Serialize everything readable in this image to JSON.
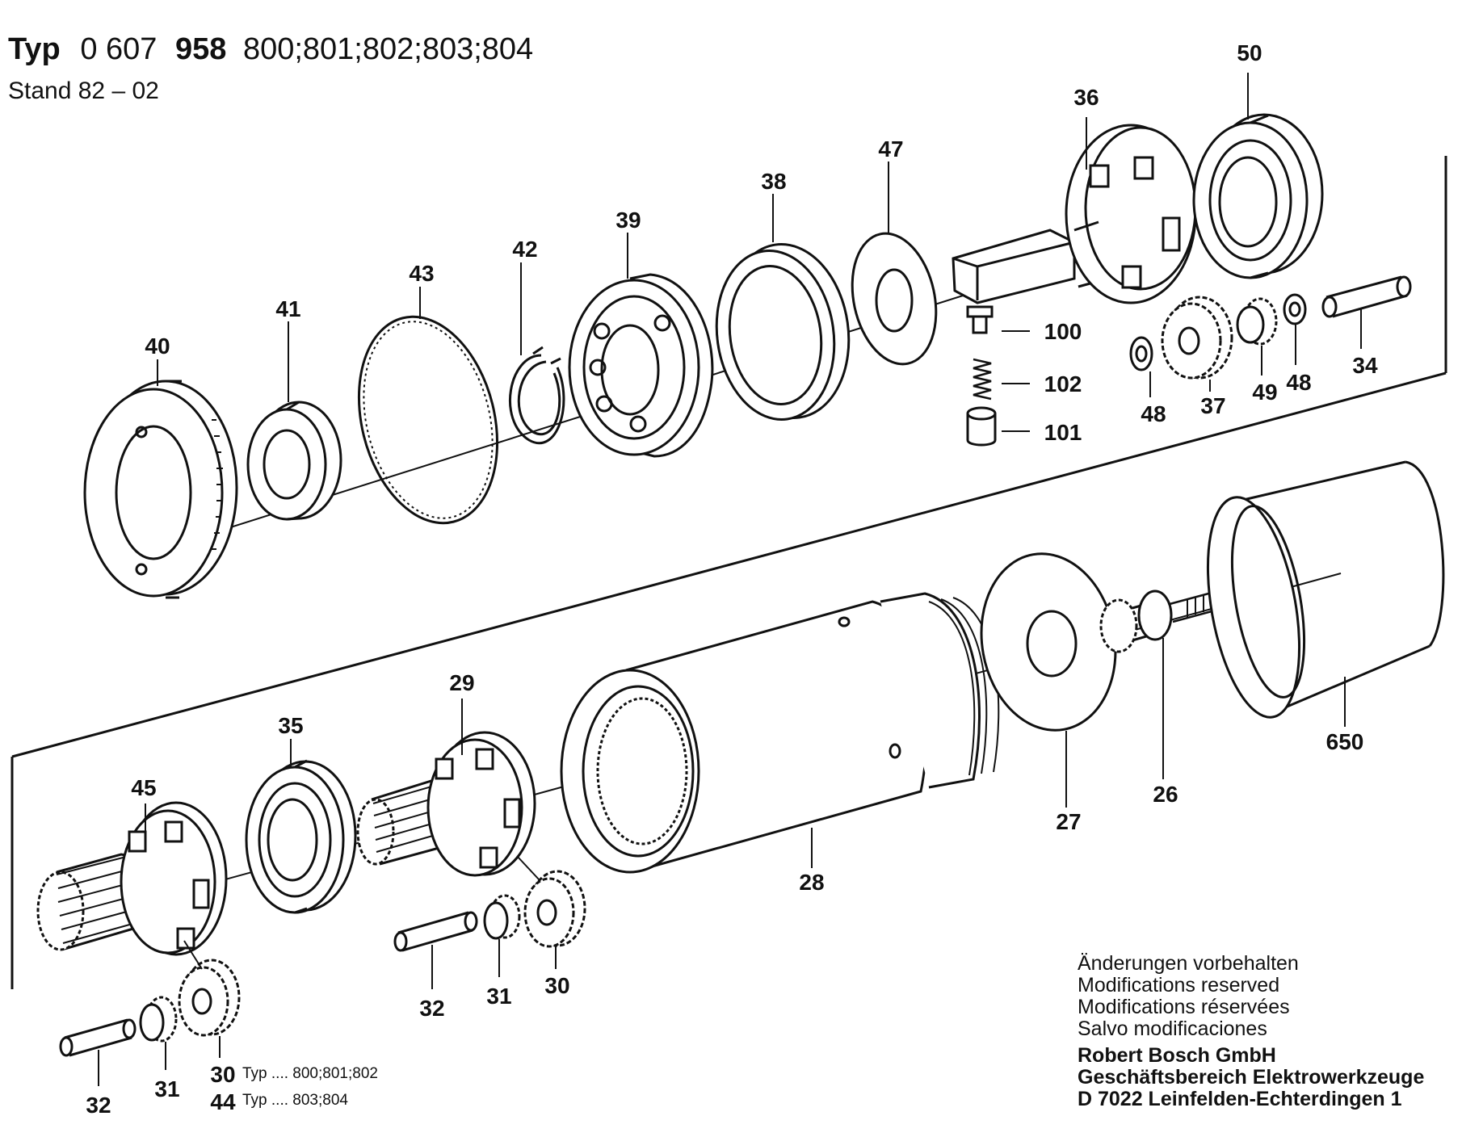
{
  "header": {
    "typ_label": "Typ",
    "type_prefix": "0 607",
    "type_number": "958",
    "type_variants": "800;801;802;803;804",
    "stand_label": "Stand",
    "stand_value": "82 – 02"
  },
  "parts": {
    "p26": "26",
    "p27": "27",
    "p28": "28",
    "p29": "29",
    "p30": "30",
    "p31": "31",
    "p32": "32",
    "p34": "34",
    "p35": "35",
    "p36": "36",
    "p37": "37",
    "p38": "38",
    "p39": "39",
    "p40": "40",
    "p41": "41",
    "p42": "42",
    "p43": "43",
    "p44": "44",
    "p45": "45",
    "p47": "47",
    "p48": "48",
    "p49": "49",
    "p50": "50",
    "p100": "100",
    "p101": "101",
    "p102": "102",
    "p650": "650"
  },
  "typ_notes": {
    "t800": "Typ .... 800;801;802",
    "t803": "Typ .... 803;804"
  },
  "footer": {
    "notes": [
      "Änderungen vorbehalten",
      "Modifications reserved",
      "Modifications réservées",
      "Salvo modificaciones"
    ],
    "company": [
      "Robert Bosch GmbH",
      "Geschäftsbereich Elektrowerkzeuge",
      "D 7022 Leinfelden-Echterdingen 1"
    ]
  },
  "colors": {
    "ink": "#111111",
    "paper": "#ffffff"
  }
}
